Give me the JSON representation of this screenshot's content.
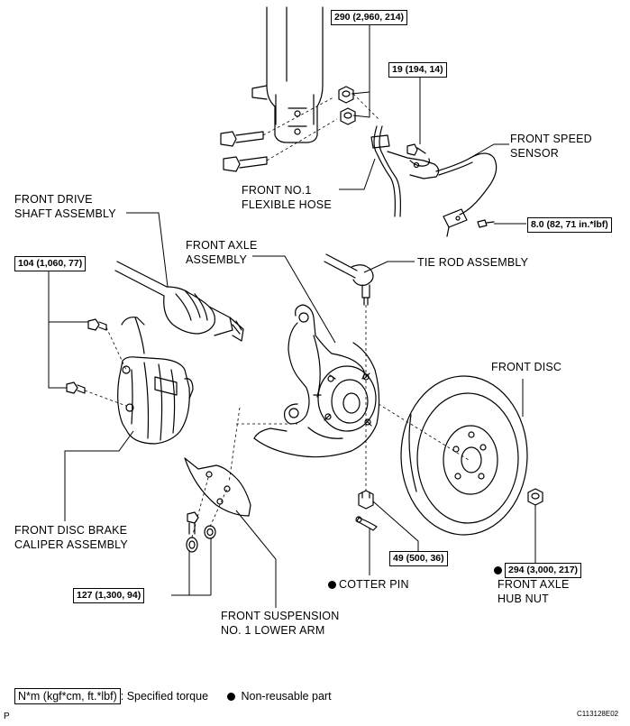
{
  "labels": {
    "front_speed_sensor": [
      "FRONT SPEED",
      "SENSOR"
    ],
    "front_no1_flexible_hose": [
      "FRONT NO.1",
      "FLEXIBLE HOSE"
    ],
    "front_drive_shaft_assembly": [
      "FRONT DRIVE",
      "SHAFT ASSEMBLY"
    ],
    "front_axle_assembly": [
      "FRONT AXLE",
      "ASSEMBLY"
    ],
    "tie_rod_assembly": "TIE ROD ASSEMBLY",
    "front_disc": "FRONT DISC",
    "front_disc_brake_caliper_assembly": [
      "FRONT DISC BRAKE",
      "CALIPER ASSEMBLY"
    ],
    "cotter_pin": "COTTER PIN",
    "front_axle_hub_nut": [
      "FRONT AXLE",
      "HUB NUT"
    ],
    "front_suspension_no1_lower_arm": [
      "FRONT SUSPENSION",
      "NO. 1 LOWER ARM"
    ]
  },
  "torques": {
    "strut_bolts": "290 (2,960, 214)",
    "sensor_bracket": "19 (194, 14)",
    "speed_sensor": "8.0 (82, 71 in.*lbf)",
    "caliper_bolts": "104 (1,060, 77)",
    "tie_rod_nut": "49 (500, 36)",
    "hub_nut": "294 (3,000, 217)",
    "lower_arm_bolts": "127 (1,300, 94)"
  },
  "legend": {
    "unit_box": "N*m (kgf*cm, ft.*lbf)",
    "specified_torque": ": Specified torque",
    "non_reusable": "Non-reusable part"
  },
  "footer": {
    "page_marker": "P",
    "figure_code": "C113128E02"
  }
}
